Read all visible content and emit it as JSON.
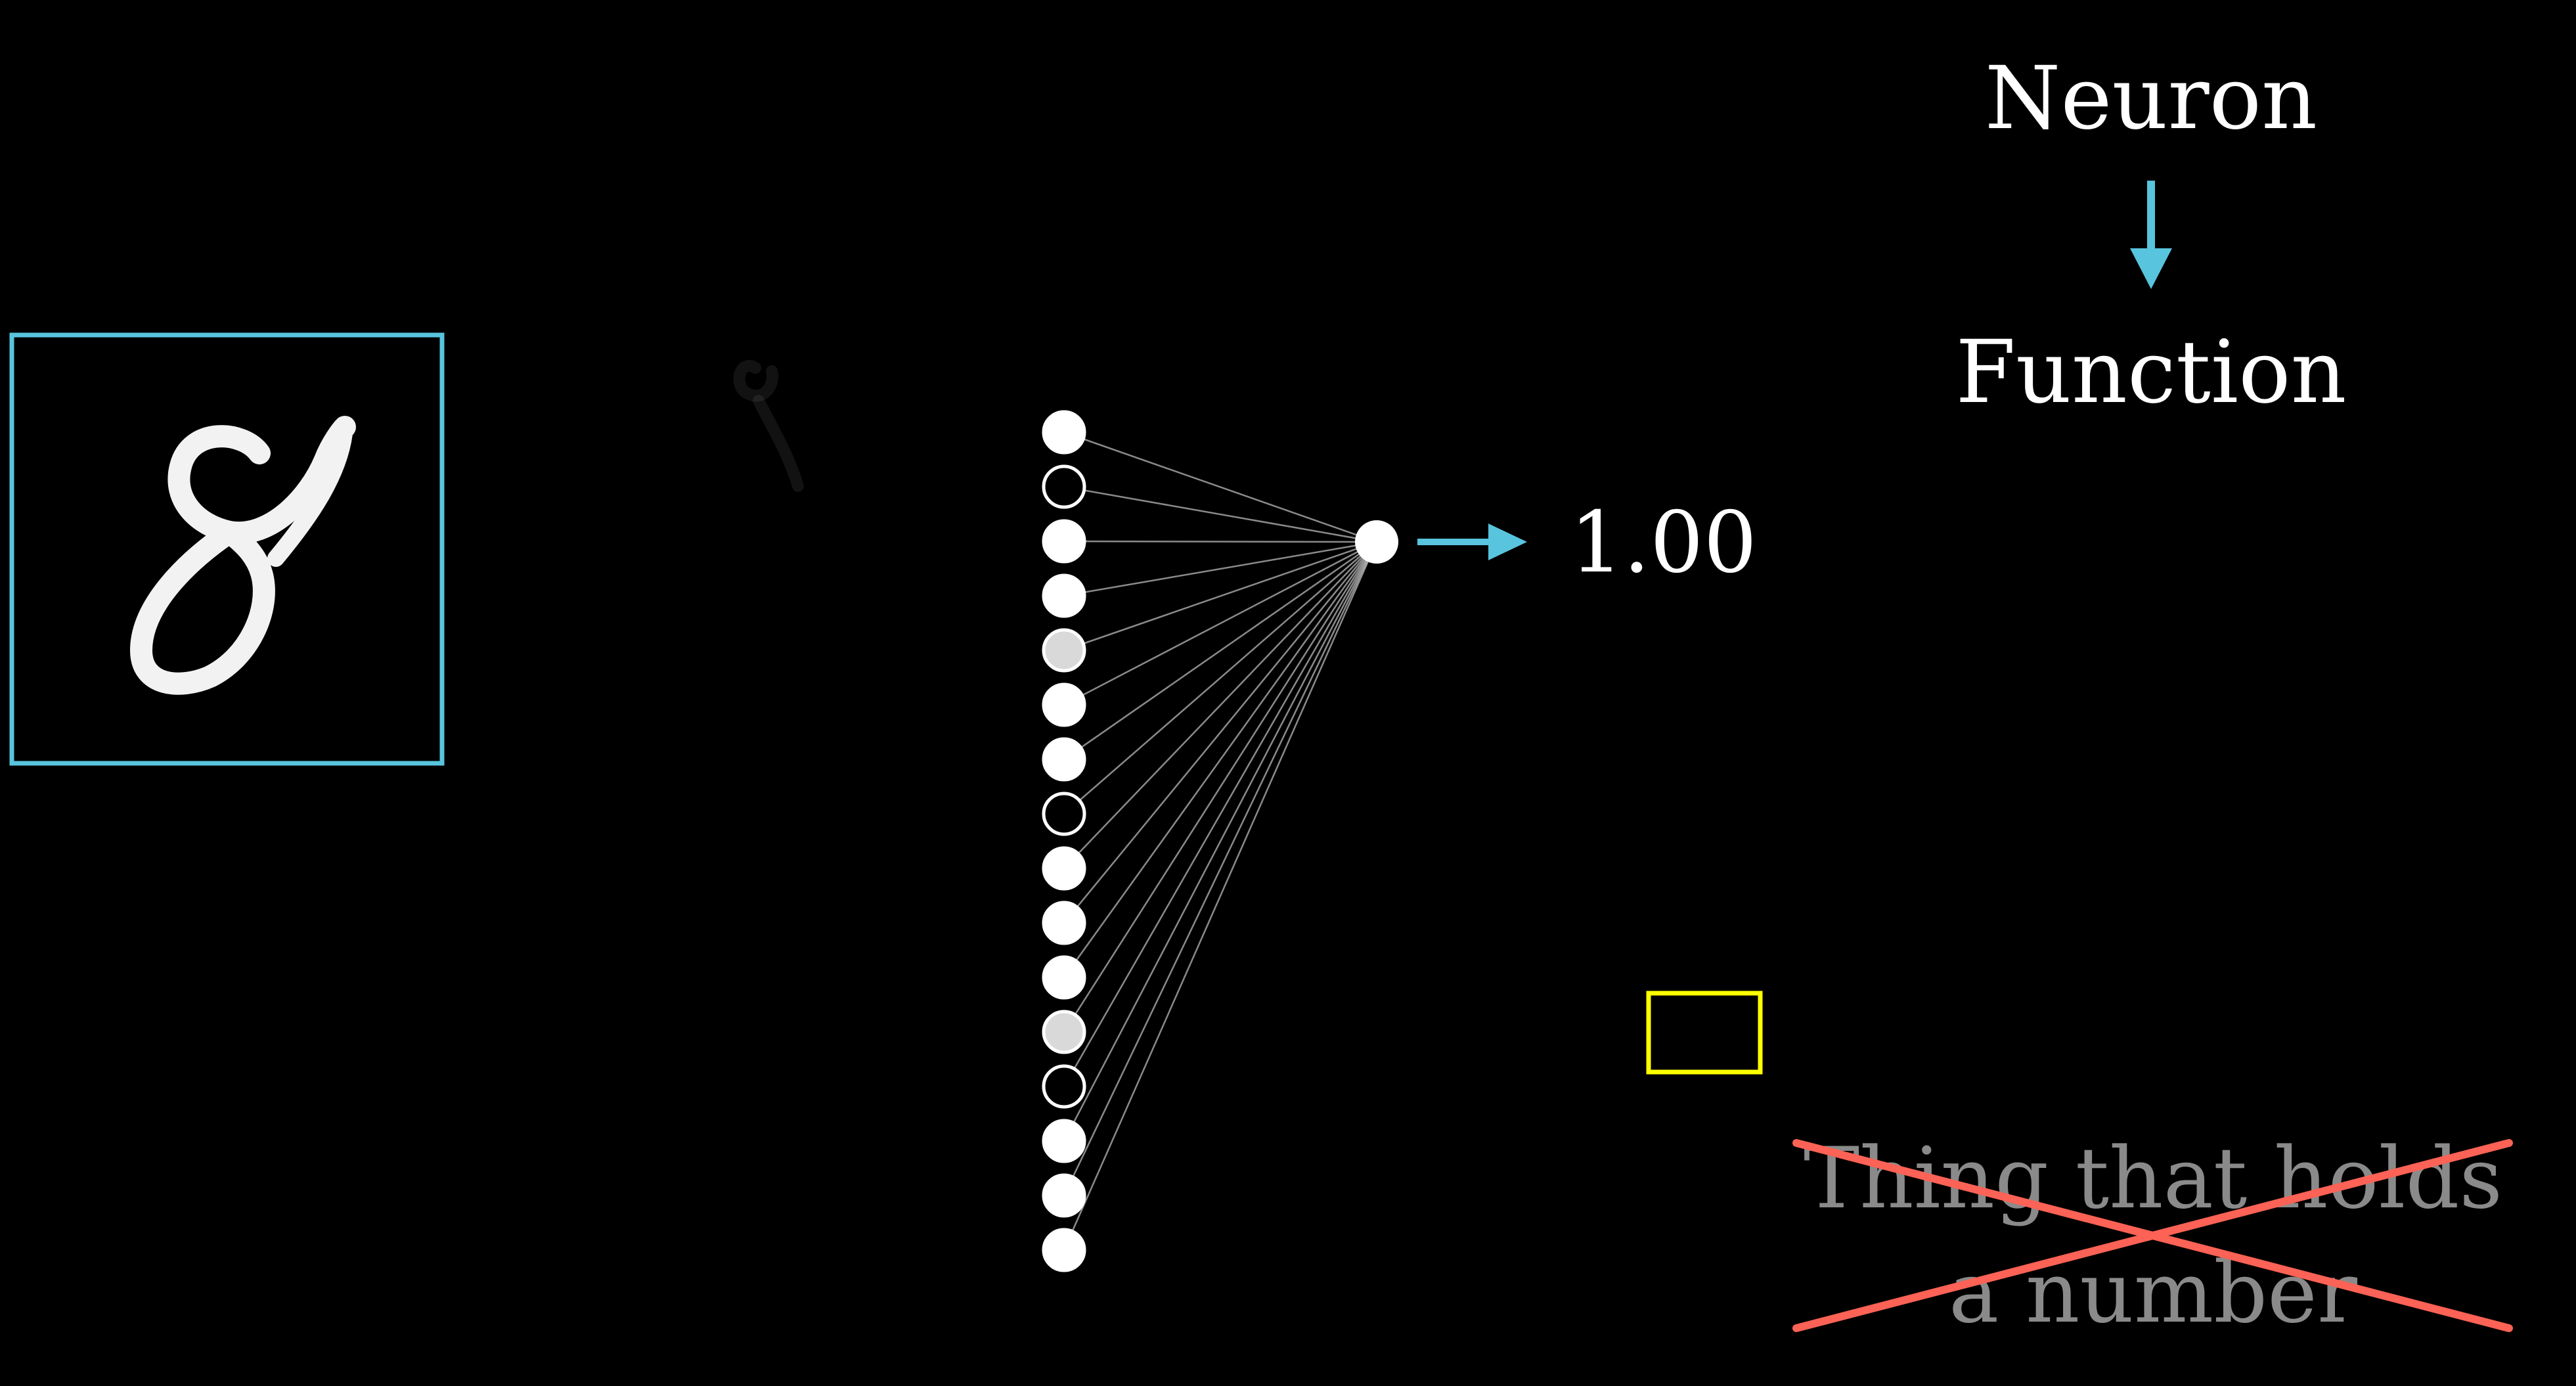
{
  "title_top": "Neuron",
  "title_bottom": "Function",
  "output_value": "1.00",
  "strike_line1": "Thing that holds",
  "strike_line2": "a number",
  "input_digit": "8",
  "neurons": [
    {
      "activation": 1.0
    },
    {
      "activation": 0.0
    },
    {
      "activation": 1.0
    },
    {
      "activation": 1.0
    },
    {
      "activation": 0.85
    },
    {
      "activation": 1.0
    },
    {
      "activation": 1.0
    },
    {
      "activation": 0.0
    },
    {
      "activation": 1.0
    },
    {
      "activation": 1.0
    },
    {
      "activation": 1.0
    },
    {
      "activation": 0.85
    },
    {
      "activation": 0.0
    },
    {
      "activation": 1.0
    },
    {
      "activation": 1.0
    },
    {
      "activation": 1.0
    }
  ],
  "colors": {
    "background": "#000000",
    "accent_blue": "#58c4dd",
    "highlight_yellow": "#ffff00",
    "strike_red": "#fc6255",
    "faded_text": "#8a8a8a",
    "text": "#ffffff"
  }
}
